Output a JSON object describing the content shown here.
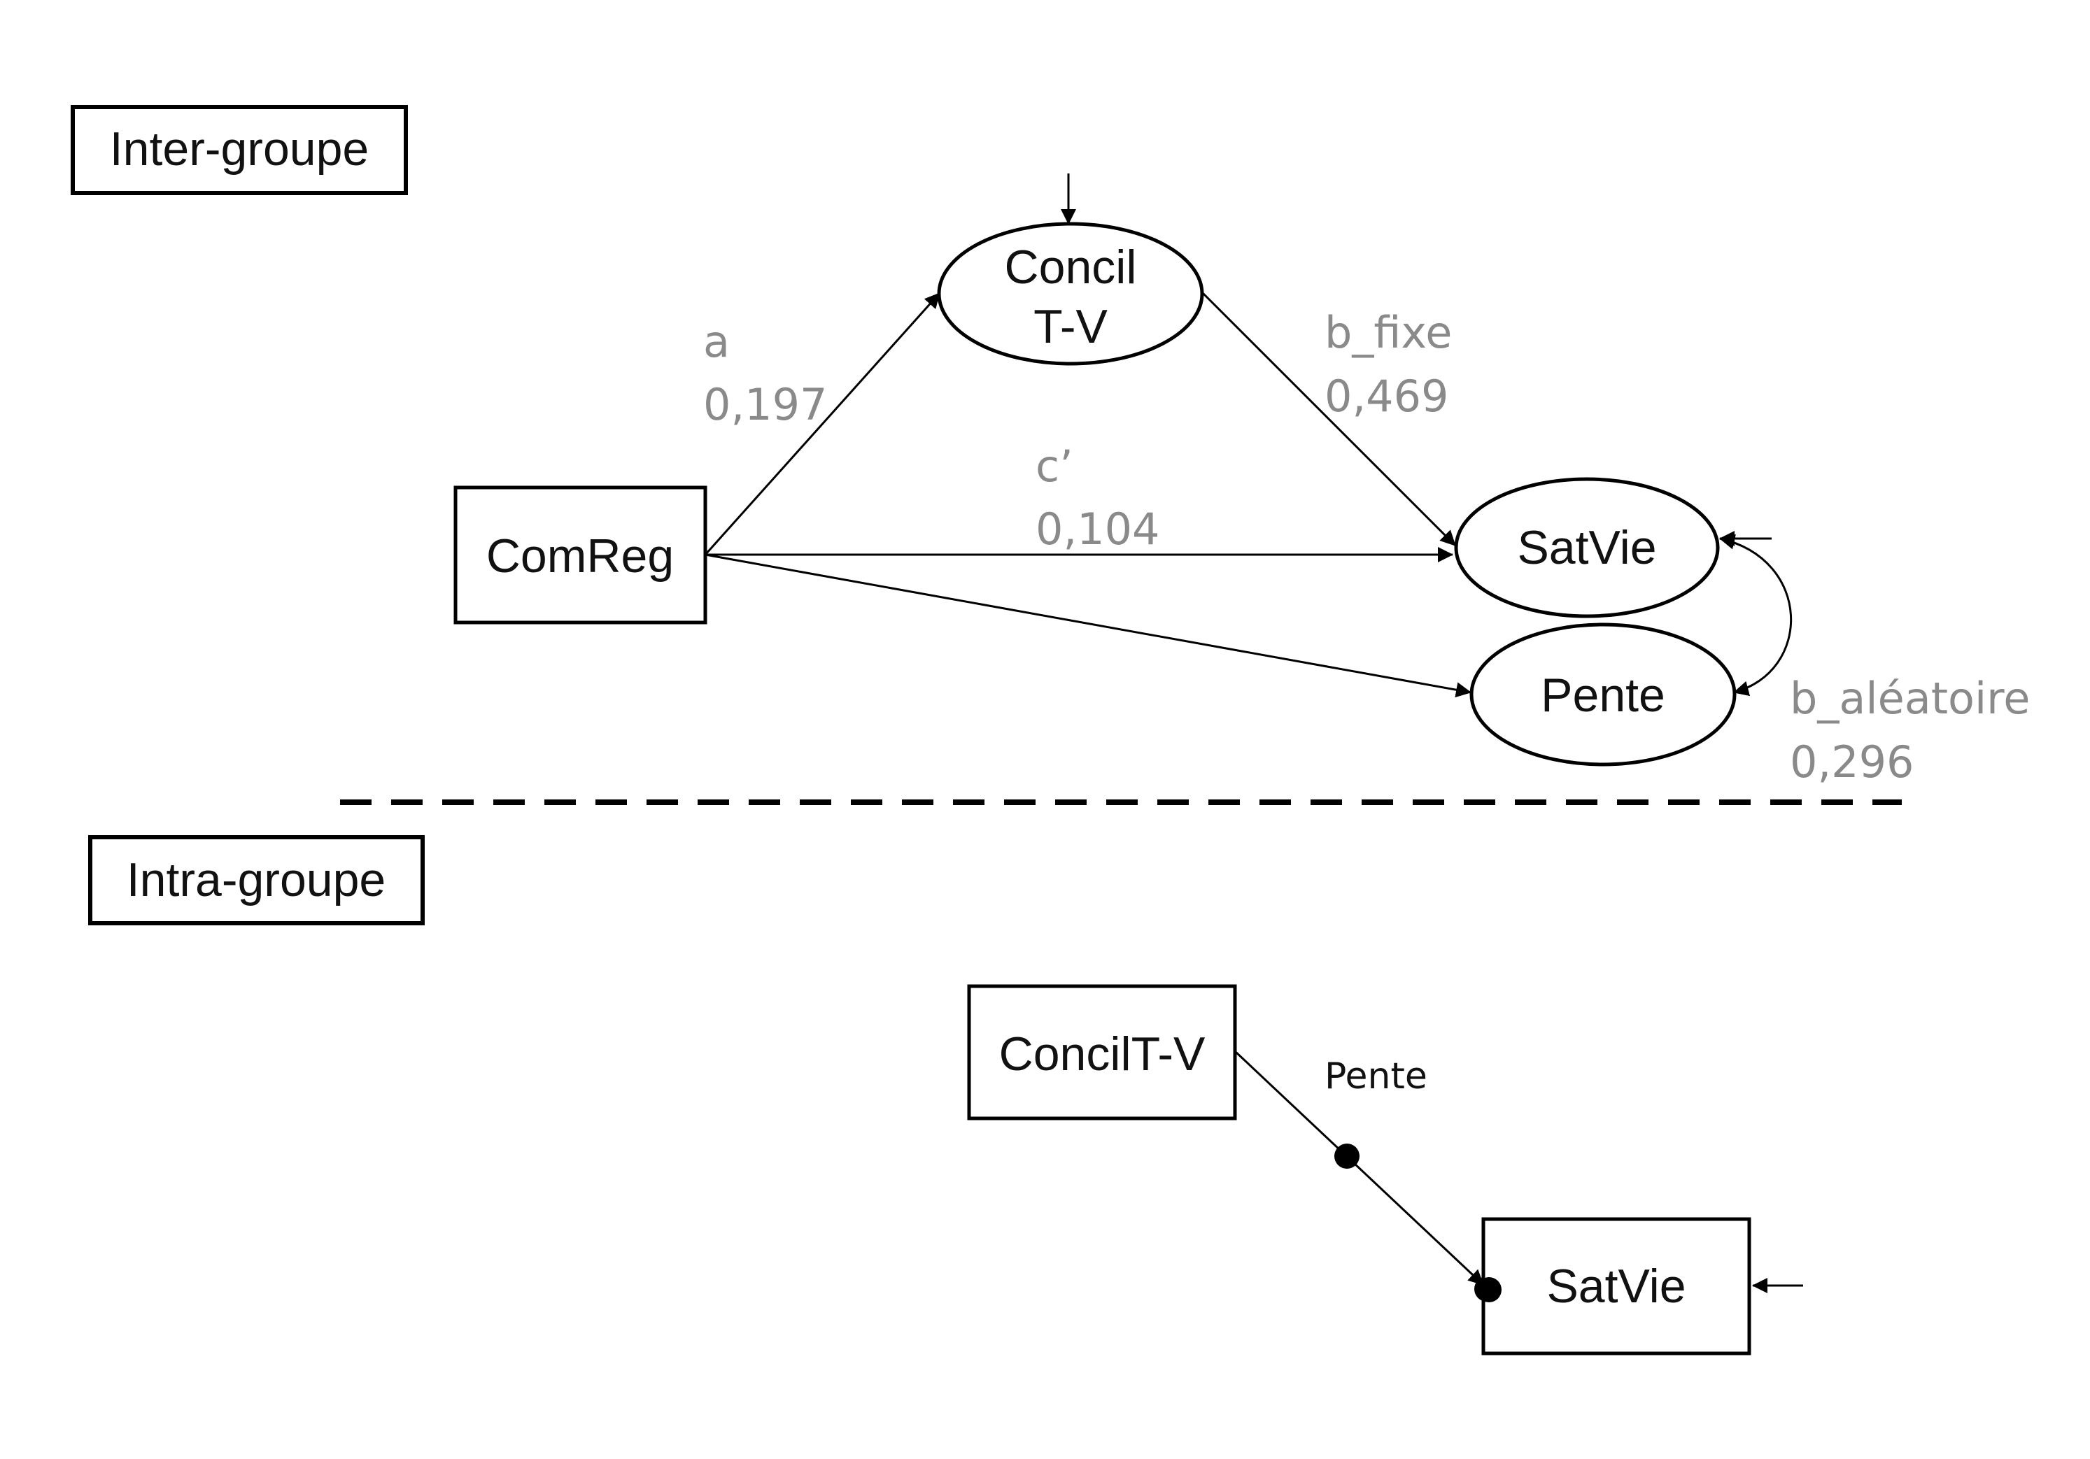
{
  "sections": {
    "between": "Inter-groupe",
    "within": "Intra-groupe"
  },
  "between": {
    "nodes": {
      "comreg": "ComReg",
      "concil_line1": "Concil",
      "concil_line2": "T-V",
      "satvie": "SatVie",
      "pente": "Pente"
    },
    "paths": {
      "a": {
        "name": "a",
        "value": "0,197"
      },
      "b_fixe": {
        "name": "b_fixe",
        "value": "0,469"
      },
      "c_prime": {
        "name": "c’",
        "value": "0,104"
      },
      "b_aleatoire": {
        "name": "b_aléatoire",
        "value": "0,296"
      }
    }
  },
  "within": {
    "nodes": {
      "concil": "ConcilT-V",
      "satvie": "SatVie"
    },
    "paths": {
      "pente": "Pente"
    }
  }
}
